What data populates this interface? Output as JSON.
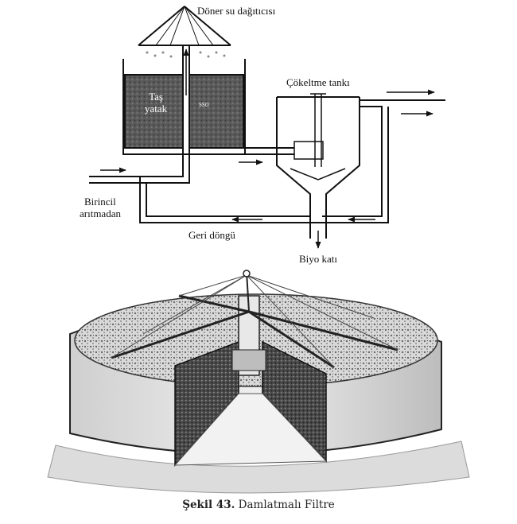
{
  "labels": {
    "distributor": "Döner su dağıtıcısı",
    "stone_bed_line1": "Taş",
    "stone_bed_line2": "yatak",
    "bed_mark": "sso",
    "settling_tank": "Çökeltme tankı",
    "primary_line1": "Birincil",
    "primary_line2": "arıtmadan",
    "recycle": "Geri döngü",
    "biosolids": "Biyo katı"
  },
  "caption": {
    "number": "Şekil 43.",
    "text": "Damlatmalı Filtre"
  }
}
